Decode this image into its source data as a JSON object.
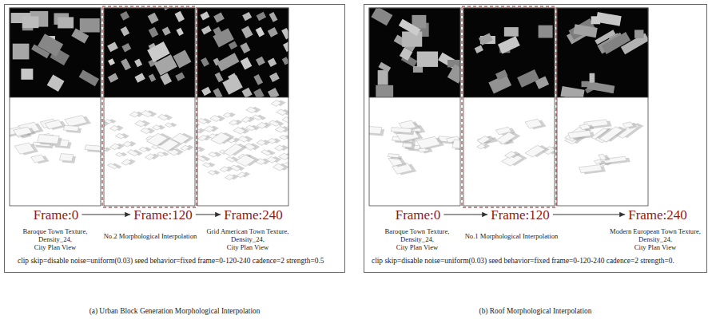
{
  "diagram": {
    "nodes": [
      {
        "text": [
          "clip skip=disable noise=uniform(0.03) seed behavior=fixed frame=0-120-240 cadence=2 strength=0.5",
          "(a) Urban Block Generation Morphological Interpolation"
        ]
      },
      {
        "text": [
          "Frame:0"
        ],
        "in": 0
      },
      {
        "text": [
          "Frame:120"
        ],
        "in": 0
      },
      {
        "text": [
          "Frame:240"
        ],
        "in": 0
      },
      {
        "text": [
          "clip skip=disable noise=uniform(0.03) seed behavior=fixed frame=0-120-240 cadence=2 strength=0.",
          "(b) Roof Morphological Interpolation"
        ]
      },
      {
        "text": [
          "Frame:0"
        ],
        "in": 4
      },
      {
        "text": [
          "Frame:120"
        ],
        "in": 4
      },
      {
        "text": [
          "Frame:240"
        ],
        "in": 4
      }
    ],
    "edges": [
      {
        "from": 1,
        "to": 2,
        "arrow": "to"
      },
      {
        "from": 2,
        "to": 3,
        "arrow": "to"
      },
      {
        "from": 5,
        "to": 6,
        "arrow": "to"
      },
      {
        "from": 6,
        "to": 7,
        "arrow": "to"
      }
    ],
    "labels": [
      "Baroque Town Texture,",
      "Density_24,",
      "City Plan View",
      "No.2 Morphological Interpolation",
      "Grid American Town Texture,",
      "Density_24,",
      "City Plan View",
      "Baroque Town Texture,",
      "Density_24,",
      "City Plan View",
      "No.1 Morphological Interpolation",
      "Modern European Town Texture,",
      "Density_24,",
      "City Plan View"
    ]
  }
}
